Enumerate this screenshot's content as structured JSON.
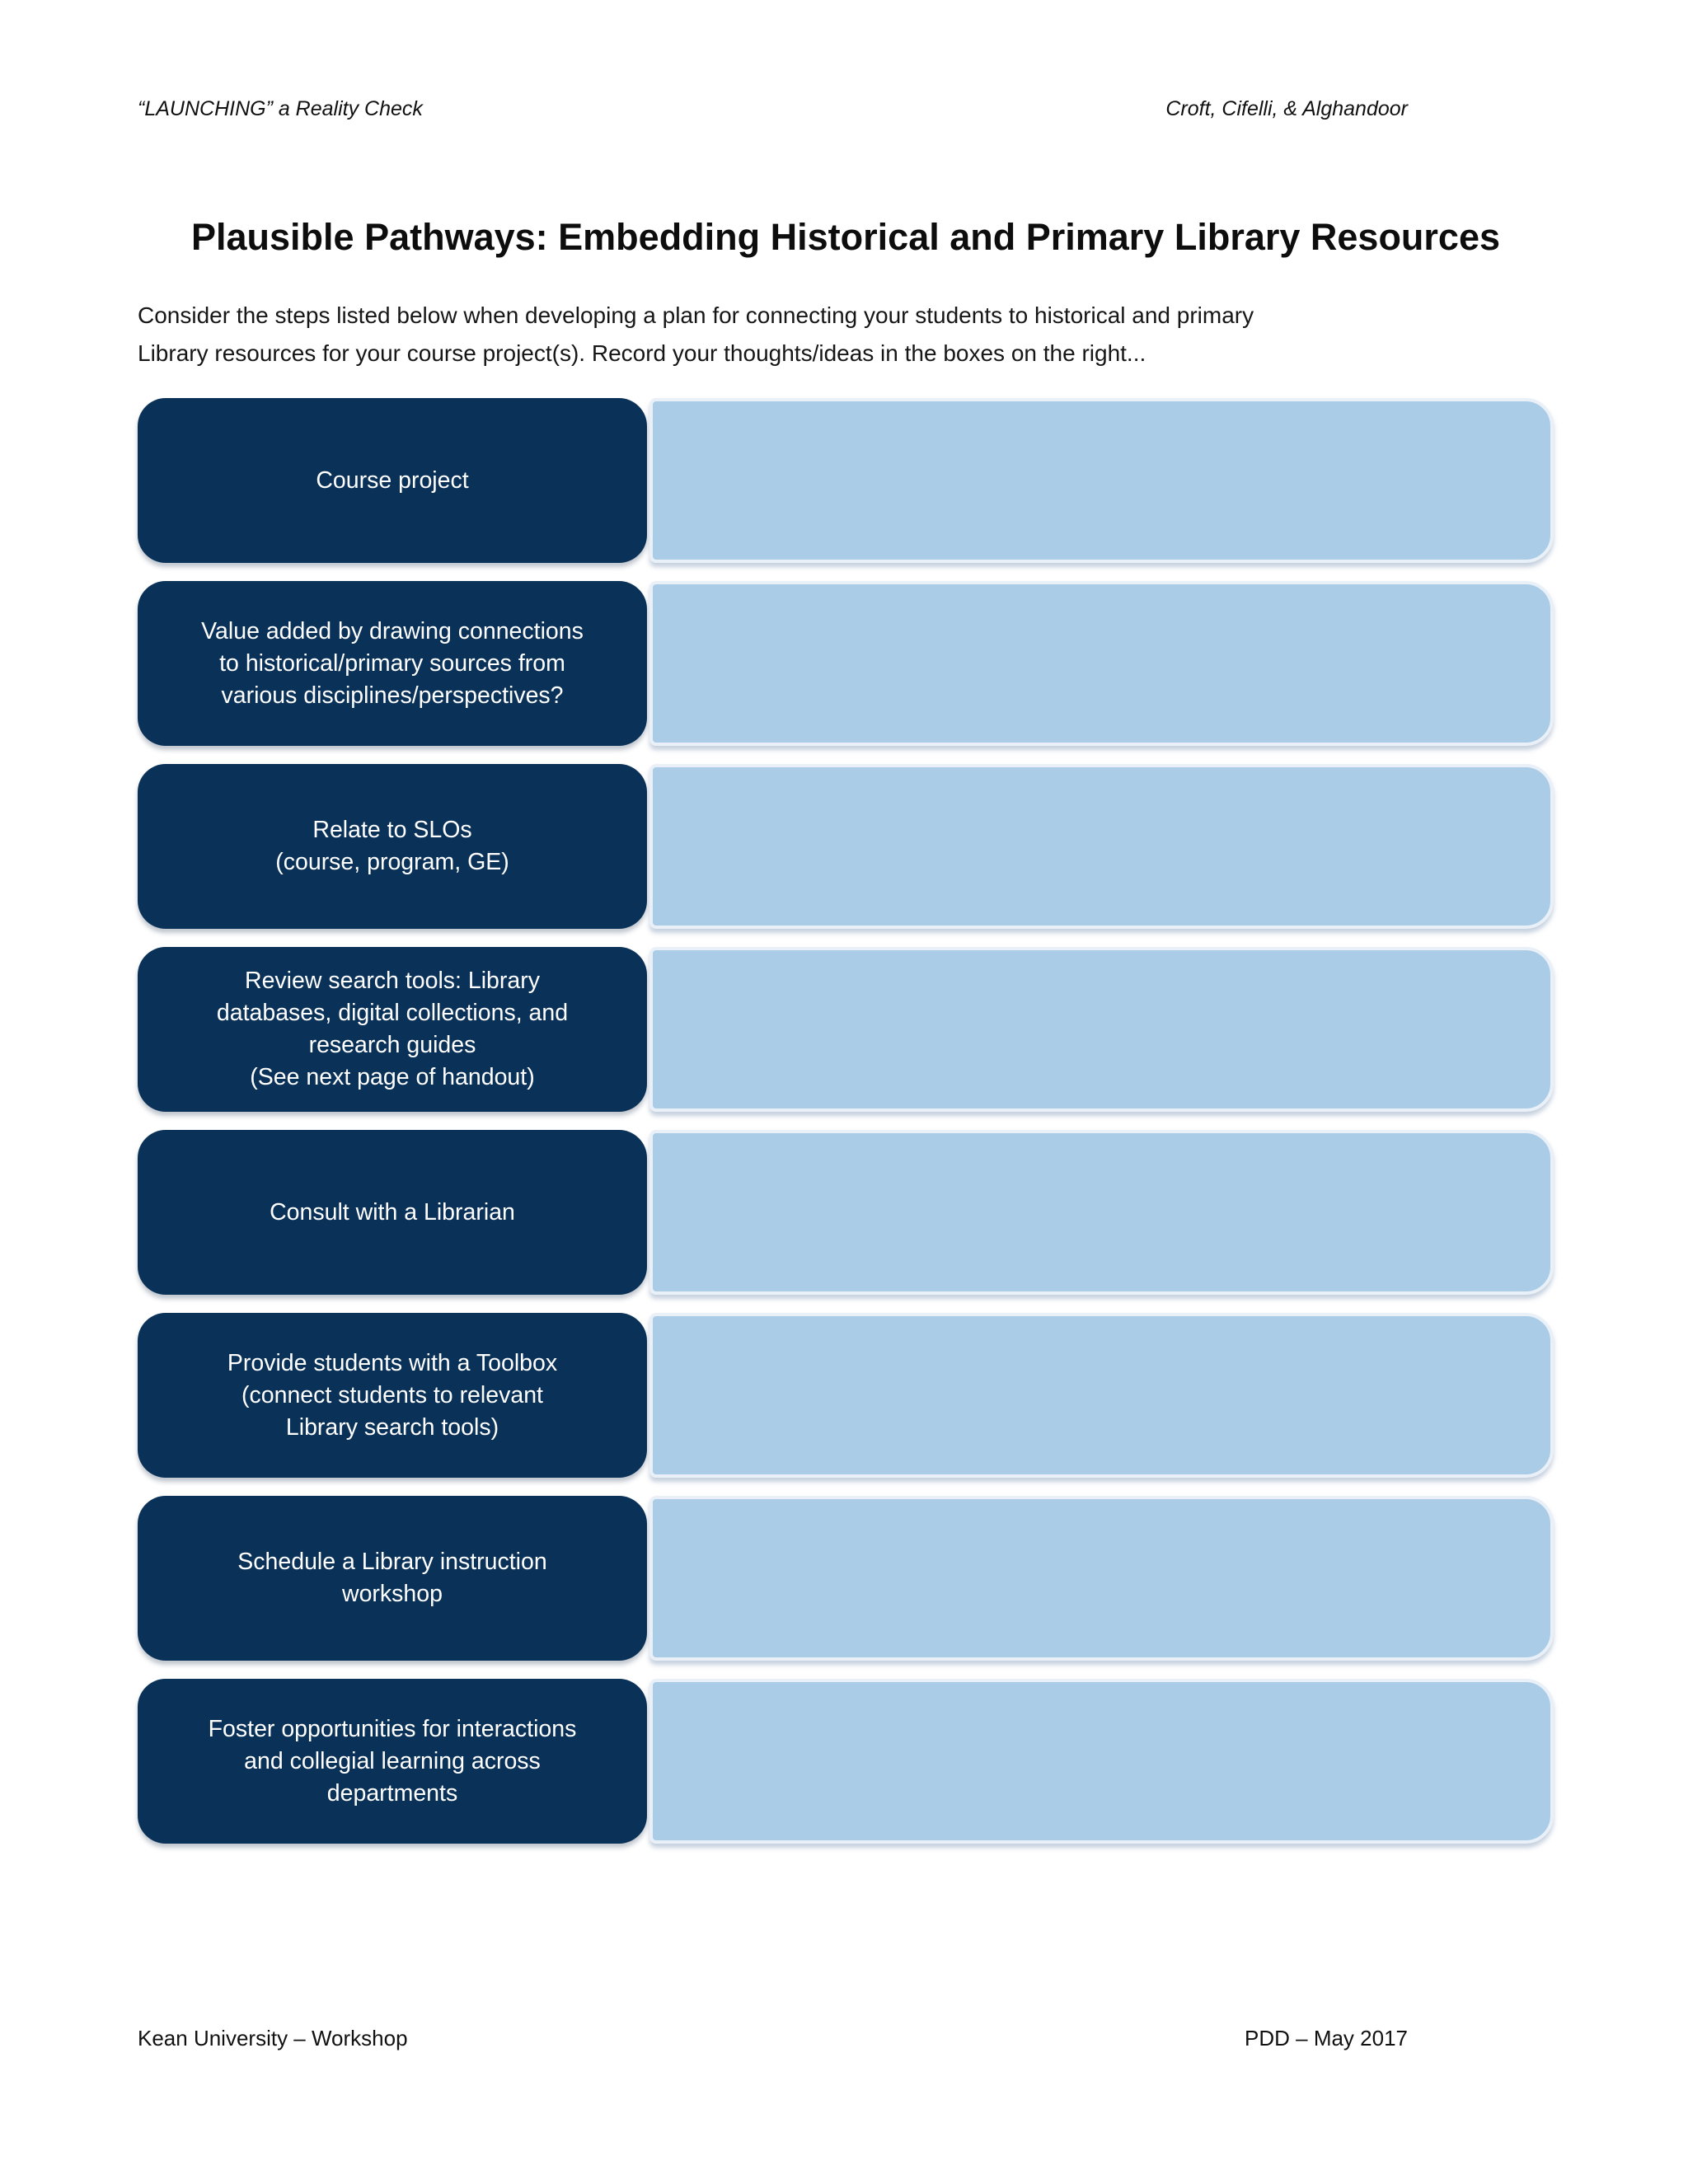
{
  "header": {
    "left": "“LAUNCHING” a Reality Check",
    "right": "Croft, Cifelli, & Alghandoor"
  },
  "title": "Plausible Pathways: Embedding Historical and Primary Library Resources",
  "intro": "Consider the steps listed below when developing a plan for connecting your students to historical and primary\nLibrary resources for your course project(s). Record your thoughts/ideas in the boxes on the right...",
  "steps": [
    {
      "label": "Course project",
      "note": ""
    },
    {
      "label": "Value added by drawing connections\nto historical/primary sources from\nvarious disciplines/perspectives?",
      "note": ""
    },
    {
      "label": "Relate to SLOs\n(course, program, GE)",
      "note": ""
    },
    {
      "label": "Review search tools: Library\ndatabases, digital collections, and\nresearch guides\n(See next page of handout)",
      "note": ""
    },
    {
      "label": "Consult with a Librarian",
      "note": ""
    },
    {
      "label": "Provide students with a Toolbox\n(connect students to  relevant\nLibrary search tools)",
      "note": ""
    },
    {
      "label": "Schedule a Library instruction\nworkshop",
      "note": ""
    },
    {
      "label": "Foster opportunities for interactions\nand collegial learning across\ndepartments",
      "note": ""
    }
  ],
  "footer": {
    "left": "Kean University – Workshop",
    "right": "PDD – May 2017"
  },
  "colors": {
    "step_box": "#0A3158",
    "note_box": "#ABCCE6",
    "note_box_border": "#E9F0F8",
    "text_on_dark": "#FFFFFF"
  }
}
